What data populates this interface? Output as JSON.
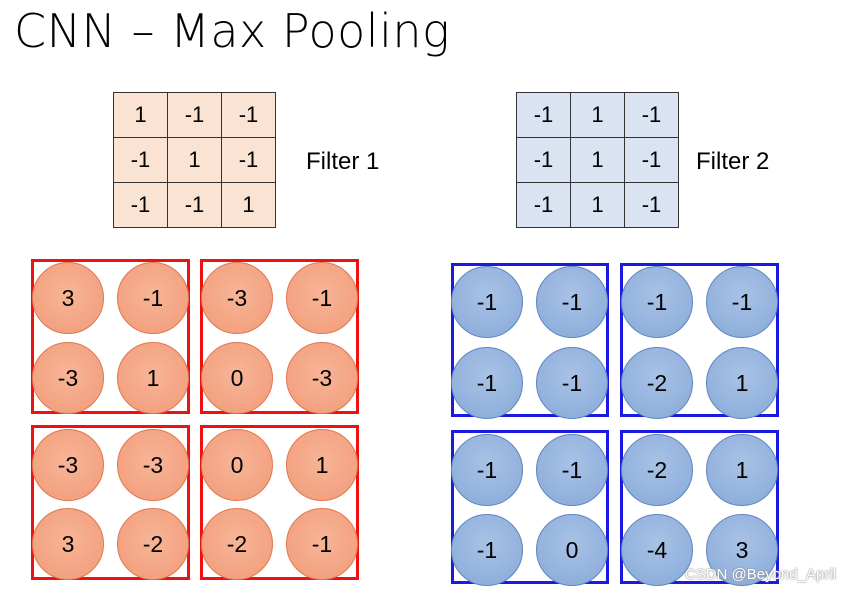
{
  "title": "CNN – Max Pooling",
  "filter1": {
    "label": "Filter 1",
    "values": [
      [
        "1",
        "-1",
        "-1"
      ],
      [
        "-1",
        "1",
        "-1"
      ],
      [
        "-1",
        "-1",
        "1"
      ]
    ]
  },
  "filter2": {
    "label": "Filter 2",
    "values": [
      [
        "-1",
        "1",
        "-1"
      ],
      [
        "-1",
        "1",
        "-1"
      ],
      [
        "-1",
        "1",
        "-1"
      ]
    ]
  },
  "colors": {
    "red_border": "#ee1111",
    "blue_border": "#1a1ae0",
    "red_cell": "#f4a683",
    "blue_cell": "#9ab7e0",
    "filter1_bg": "#fbe3d4",
    "filter2_bg": "#dae3f2"
  },
  "feature_map1": [
    [
      "3",
      "-1",
      "-3",
      "-1"
    ],
    [
      "-3",
      "1",
      "0",
      "-3"
    ],
    [
      "-3",
      "-3",
      "0",
      "1"
    ],
    [
      "3",
      "-2",
      "-2",
      "-1"
    ]
  ],
  "feature_map2": [
    [
      "-1",
      "-1",
      "-1",
      "-1"
    ],
    [
      "-1",
      "-1",
      "-2",
      "1"
    ],
    [
      "-1",
      "-1",
      "-2",
      "1"
    ],
    [
      "-1",
      "0",
      "-4",
      "3"
    ]
  ],
  "watermark": "CSDN @Beyond_April"
}
